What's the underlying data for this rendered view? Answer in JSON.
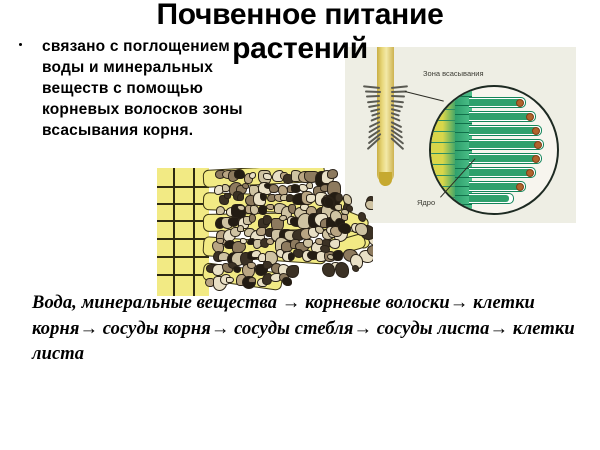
{
  "slide": {
    "background_color": "#ffffff",
    "title": {
      "line1": "Почвенное питание",
      "line2": "растений"
    },
    "bullet": {
      "marker": "•",
      "text": "связано с поглощением воды и минеральных веществ с помощью корневых волосков зоны всасывания корня."
    },
    "chain": {
      "text": "Вода,  минеральные вещества → корневые волоски→ клетки корня→ сосуды корня→ сосуды стебля→ сосуды листа→ клетки листа"
    }
  },
  "figure_root_tip": {
    "name": "root-tip-absorption-zone-diagram",
    "panel_background": "#eeeee4",
    "labels": {
      "absorption_zone": "Зона всасывания",
      "nucleus": "Ядро"
    },
    "colors": {
      "root": "#e8d77a",
      "cortex": "#d9d64a",
      "epidermis": "#2fa06c",
      "nucleus": "#b0632c",
      "outline": "#1d2a22"
    },
    "hair_cells": 8
  },
  "figure_root_hairs": {
    "name": "root-hairs-with-soil-particles-illustration",
    "colors": {
      "cell": "#f2ea84",
      "outline": "#3a3412",
      "soil_light": "#e6ddc4",
      "soil_dark": "#2b2419"
    },
    "hair_count": 5
  }
}
